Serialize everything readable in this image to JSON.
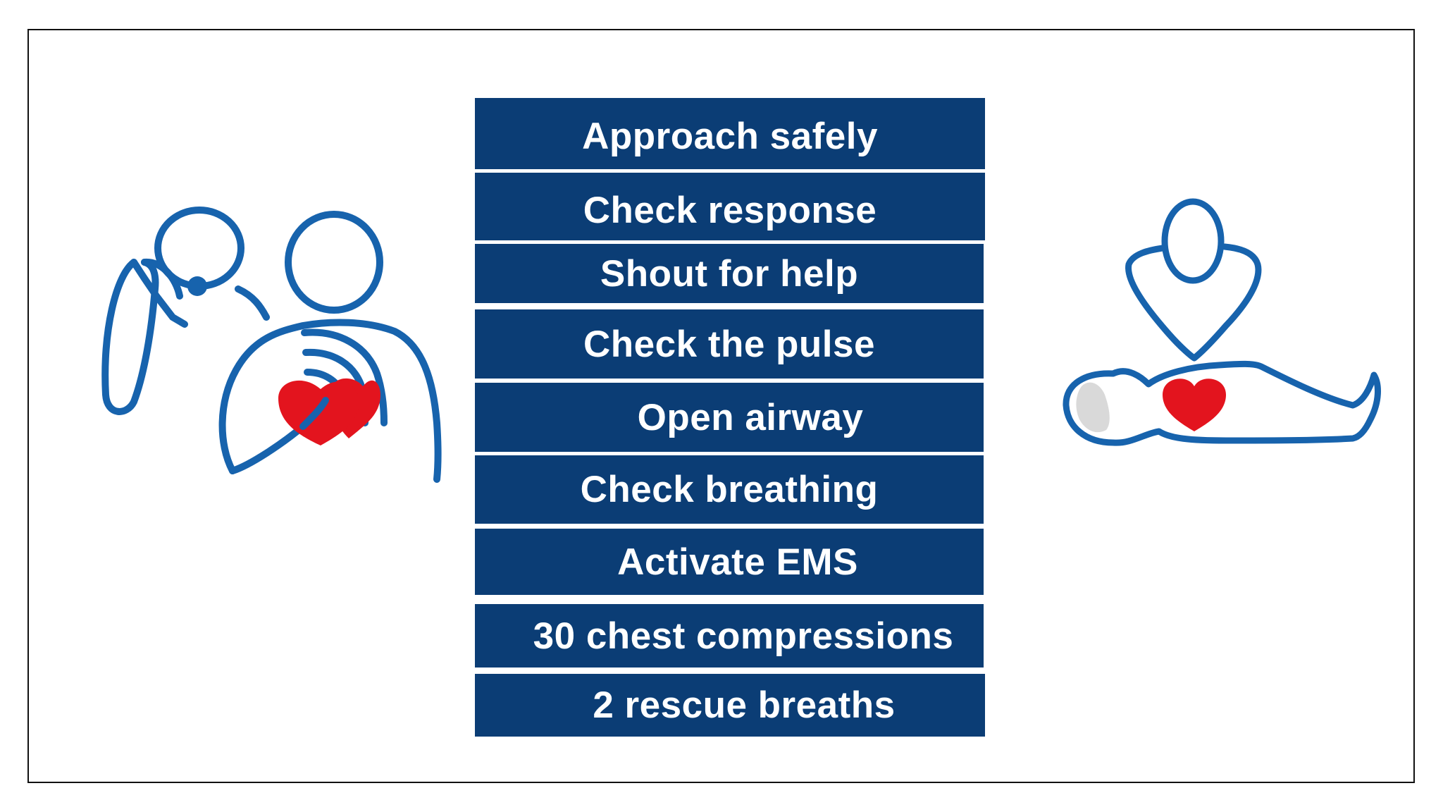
{
  "steps": [
    {
      "label": "Approach safely"
    },
    {
      "label": "Check response"
    },
    {
      "label": "Shout for help"
    },
    {
      "label": "Check the pulse"
    },
    {
      "label": "Open airway"
    },
    {
      "label": "Check breathing"
    },
    {
      "label": "Activate EMS"
    },
    {
      "label": "30 chest compressions"
    },
    {
      "label": "2 rescue breaths"
    }
  ],
  "colors": {
    "box": "#0b3d75",
    "box_text": "#ffffff",
    "icon_blue": "#1763ad",
    "heart_red": "#e3141e",
    "head_gray": "#d9d9d9",
    "frame": "#111111"
  },
  "icons": {
    "left": "rescuer-phone-heart-icon",
    "right": "cpr-compression-icon"
  }
}
